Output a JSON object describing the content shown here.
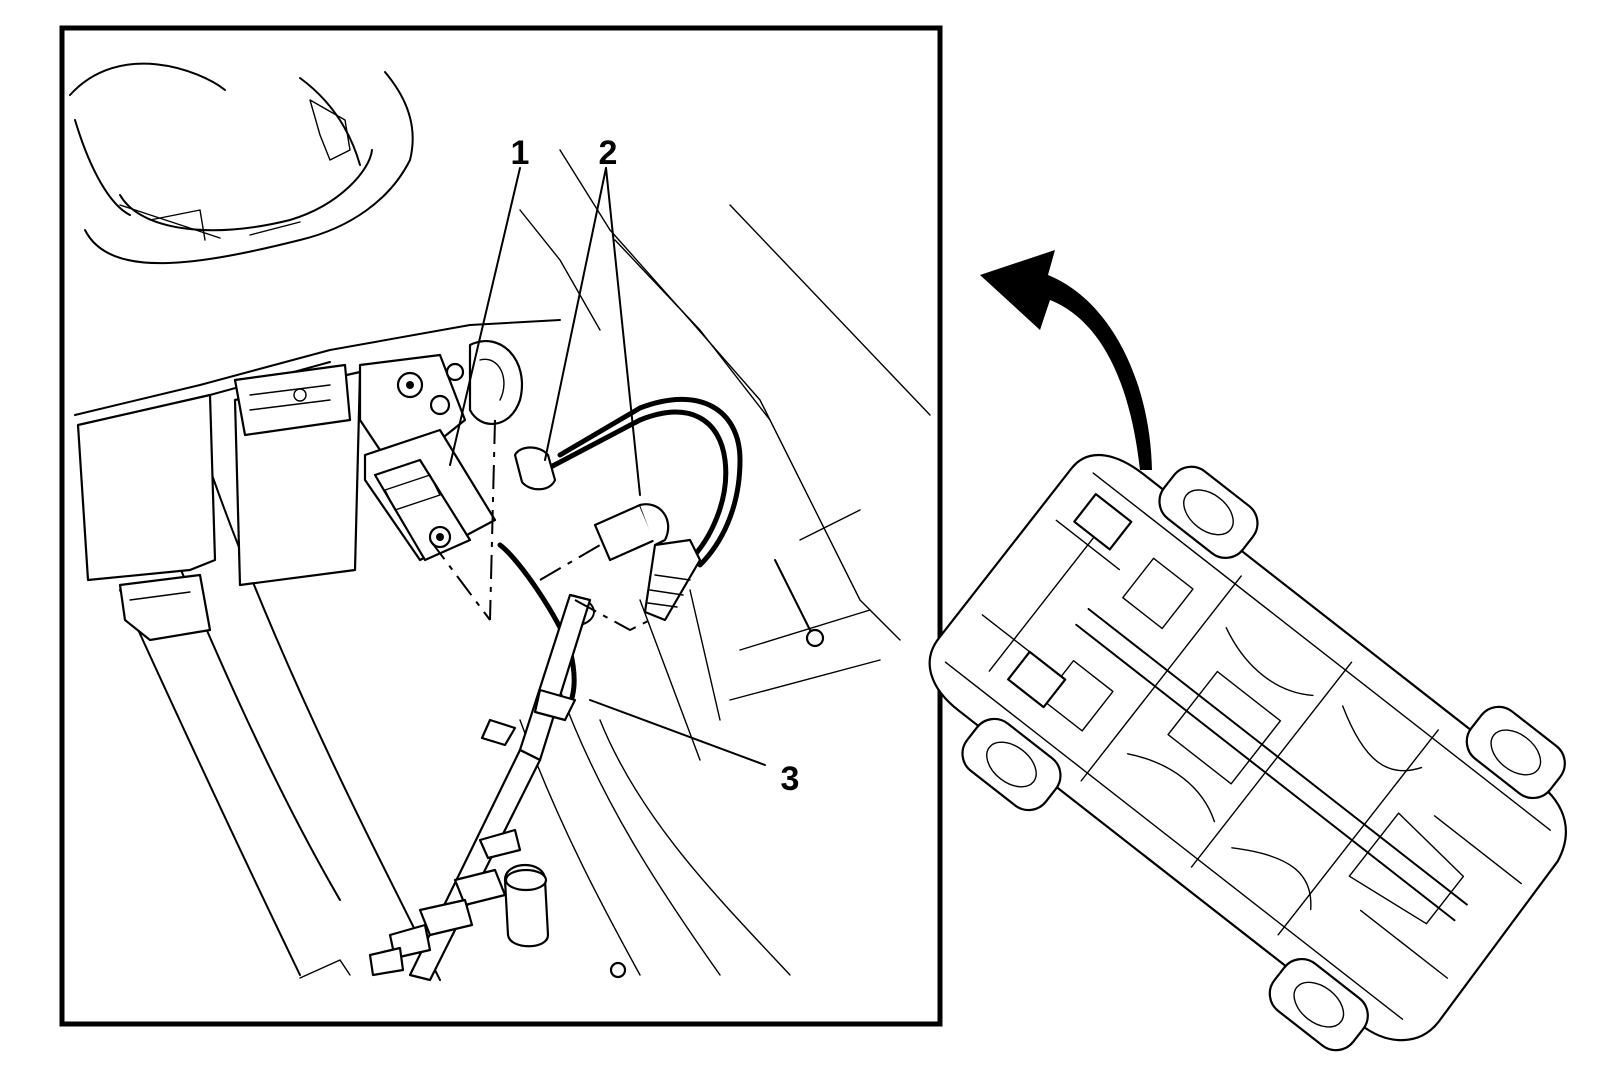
{
  "diagram": {
    "callouts": [
      {
        "id": "1",
        "label": "1"
      },
      {
        "id": "2",
        "label": "2"
      },
      {
        "id": "3",
        "label": "3"
      }
    ],
    "colors": {
      "line": "#000000",
      "background": "#ffffff"
    },
    "icons": [
      "rotation-arrow-icon",
      "vehicle-underbody-icon"
    ]
  }
}
